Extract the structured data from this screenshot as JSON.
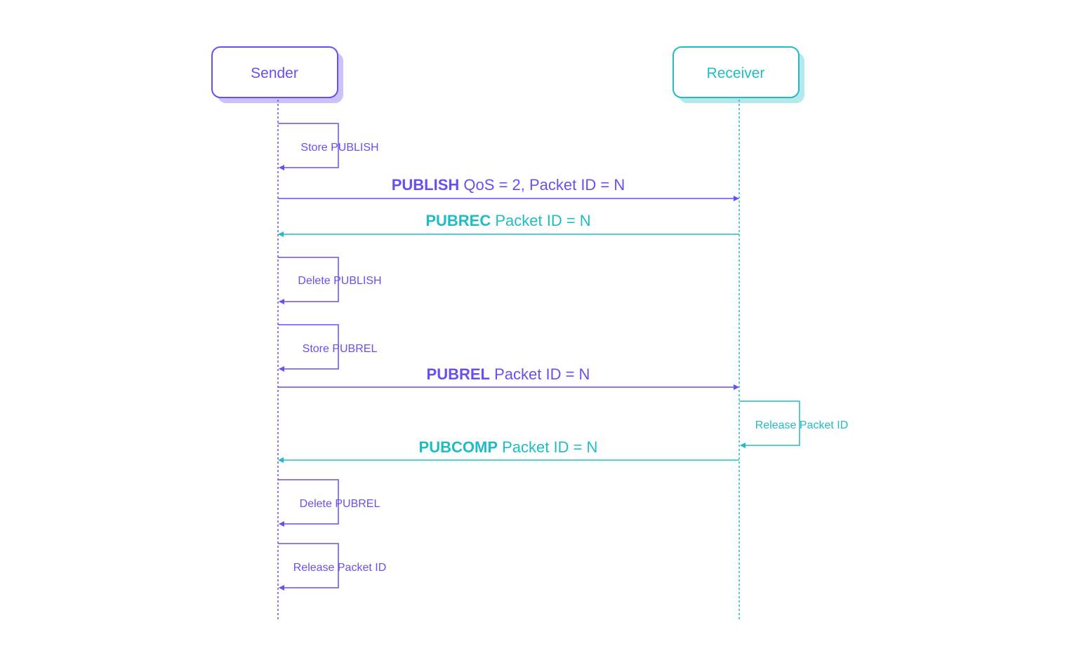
{
  "colors": {
    "sender": "#6750f0",
    "sender_shadow": "#cbc2fb",
    "receiver": "#1fbcc6",
    "receiver_shadow": "#b4e8ec",
    "background": "#ffffff"
  },
  "actors": {
    "sender": {
      "label": "Sender"
    },
    "receiver": {
      "label": "Receiver"
    }
  },
  "steps": [
    {
      "kind": "self",
      "actor": "sender",
      "label": "Store PUBLISH"
    },
    {
      "kind": "message",
      "from": "sender",
      "to": "receiver",
      "keyword": "PUBLISH",
      "detail": " QoS = 2, Packet ID = N"
    },
    {
      "kind": "message",
      "from": "receiver",
      "to": "sender",
      "keyword": "PUBREC",
      "detail": " Packet ID = N"
    },
    {
      "kind": "self",
      "actor": "sender",
      "label": "Delete PUBLISH"
    },
    {
      "kind": "self",
      "actor": "sender",
      "label": "Store PUBREL"
    },
    {
      "kind": "message",
      "from": "sender",
      "to": "receiver",
      "keyword": "PUBREL",
      "detail": " Packet ID = N"
    },
    {
      "kind": "self",
      "actor": "receiver",
      "label": "Release Packet ID"
    },
    {
      "kind": "message",
      "from": "receiver",
      "to": "sender",
      "keyword": "PUBCOMP",
      "detail": " Packet ID = N"
    },
    {
      "kind": "self",
      "actor": "sender",
      "label": "Delete PUBREL"
    },
    {
      "kind": "self",
      "actor": "sender",
      "label": "Release Packet ID"
    }
  ]
}
